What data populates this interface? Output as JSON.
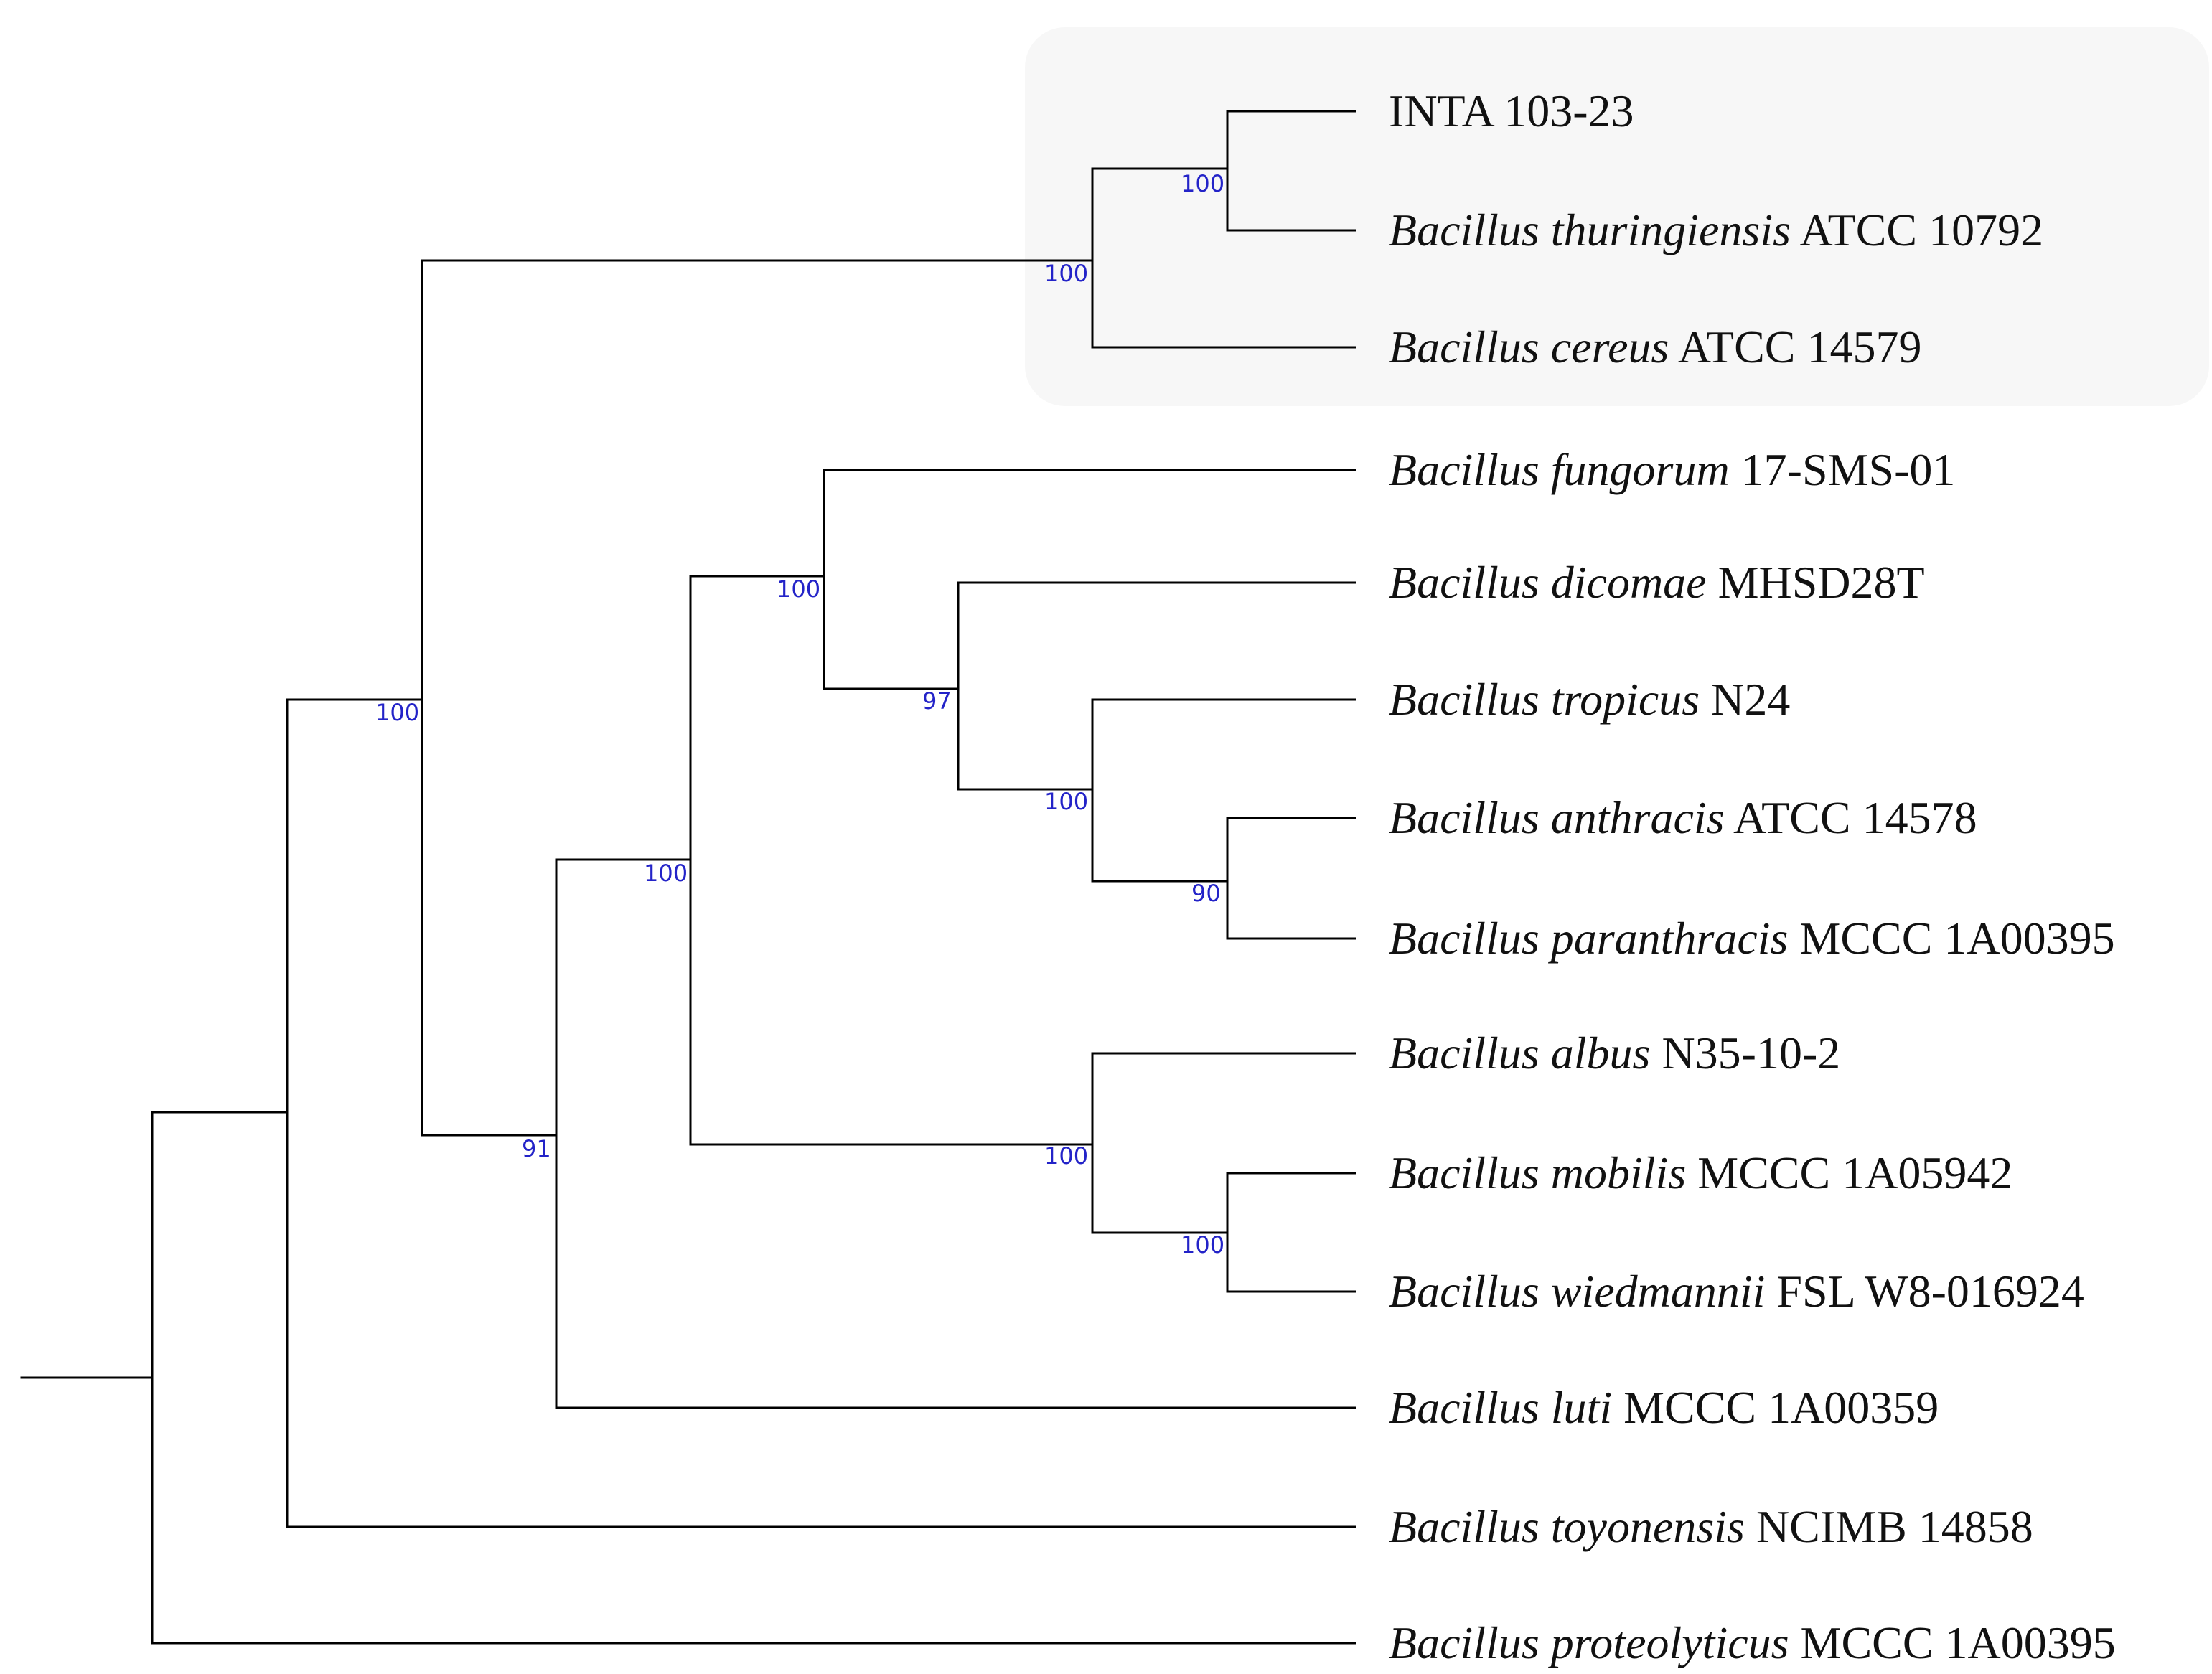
{
  "colors": {
    "branch": "#000000",
    "support_label": "#2323c8",
    "highlight": "#f7f7f7",
    "leaf_text": "#111111"
  },
  "tree": {
    "leaves": [
      {
        "species": "",
        "strain": "INTA 103-23"
      },
      {
        "species": "Bacillus thuringiensis",
        "strain": "ATCC 10792"
      },
      {
        "species": "Bacillus cereus",
        "strain": "ATCC 14579"
      },
      {
        "species": "Bacillus fungorum",
        "strain": "17-SMS-01"
      },
      {
        "species": "Bacillus dicomae",
        "strain": "MHSD28T"
      },
      {
        "species": "Bacillus tropicus",
        "strain": "N24"
      },
      {
        "species": "Bacillus anthracis",
        "strain": "ATCC 14578"
      },
      {
        "species": "Bacillus paranthracis",
        "strain": "MCCC 1A00395"
      },
      {
        "species": "Bacillus albus",
        "strain": "N35-10-2"
      },
      {
        "species": "Bacillus mobilis",
        "strain": "MCCC 1A05942"
      },
      {
        "species": "Bacillus wiedmannii",
        "strain": "FSL W8-016924"
      },
      {
        "species": "Bacillus luti",
        "strain": "MCCC 1A00359"
      },
      {
        "species": "Bacillus toyonensis",
        "strain": "NCIMB 14858"
      },
      {
        "species": "Bacillus proteolyticus",
        "strain": "MCCC 1A00395"
      }
    ],
    "support_values": {
      "inta_thuringiensis": "100",
      "cereus_clade": "100",
      "major_clade": "100",
      "fungorum_group": "100",
      "dicomae_group": "97",
      "tropicus_group": "100",
      "anthracis_paranthracis": "90",
      "fungorum_albus": "100",
      "albus_group": "100",
      "mobilis_wiedmannii": "100",
      "luti_group": "91"
    }
  }
}
